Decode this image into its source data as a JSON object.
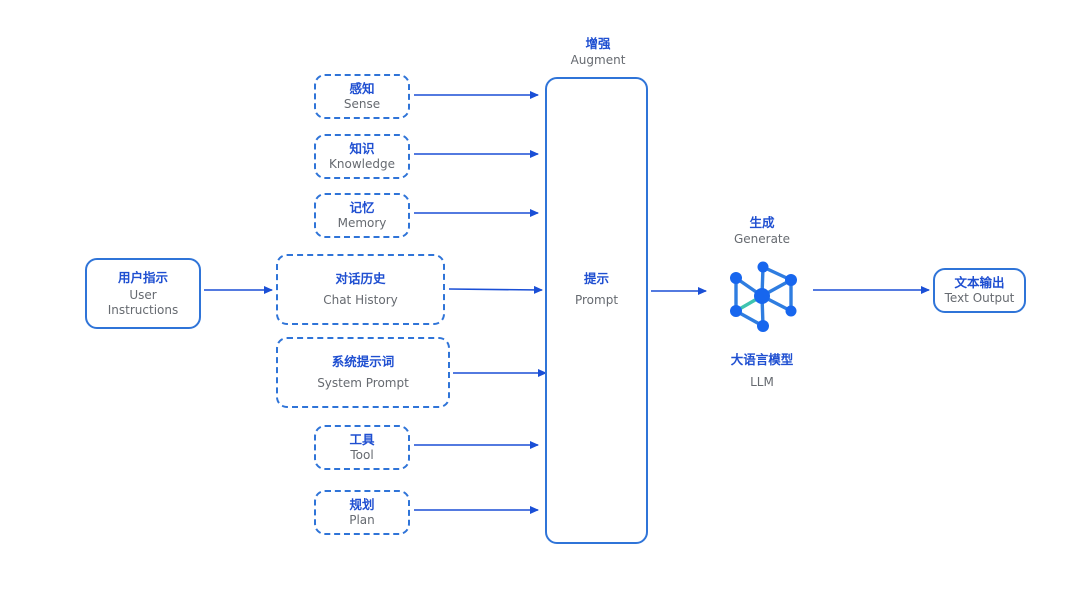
{
  "colors": {
    "accent": "#1f4fd1",
    "border": "#2f74d8",
    "arrow": "#1a4fd6",
    "subtext": "#666a70",
    "teal": "#3fc4b0"
  },
  "augment": {
    "zh": "增强",
    "en": "Augment"
  },
  "generate": {
    "zh": "生成",
    "en": "Generate"
  },
  "user": {
    "zh": "用户指示",
    "en_line1": "User",
    "en_line2": "Instructions"
  },
  "inputs": [
    {
      "zh": "感知",
      "en": "Sense"
    },
    {
      "zh": "知识",
      "en": "Knowledge"
    },
    {
      "zh": "记忆",
      "en": "Memory"
    },
    {
      "zh": "对话历史",
      "en": "Chat History"
    },
    {
      "zh": "系统提示词",
      "en": "System Prompt"
    },
    {
      "zh": "工具",
      "en": "Tool"
    },
    {
      "zh": "规划",
      "en": "Plan"
    }
  ],
  "prompt": {
    "zh": "提示",
    "en": "Prompt"
  },
  "llm": {
    "zh": "大语言模型",
    "en": "LLM",
    "icon": "llm-network-icon"
  },
  "output": {
    "zh": "文本输出",
    "en": "Text Output"
  }
}
